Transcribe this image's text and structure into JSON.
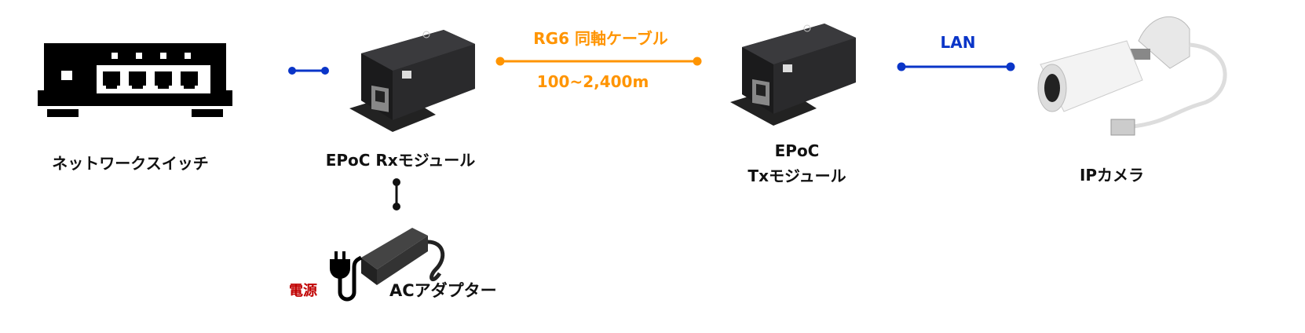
{
  "nodes": {
    "switch": {
      "label": "ネットワークスイッチ"
    },
    "rx": {
      "label": "EPoC Rxモジュール"
    },
    "tx": {
      "label_line1": "EPoC",
      "label_line2": "Txモジュール"
    },
    "camera": {
      "label": "IPカメラ"
    },
    "adapter": {
      "label": "ACアダプター"
    },
    "power": {
      "label": "電源"
    }
  },
  "links": {
    "coax": {
      "title": "RG6 同軸ケーブル",
      "distance": "100~2,400m"
    },
    "lan": {
      "title": "LAN"
    }
  },
  "colors": {
    "lan": "#0a35c8",
    "coax": "#ff9400",
    "power": "#c00000",
    "dark": "#111111"
  }
}
